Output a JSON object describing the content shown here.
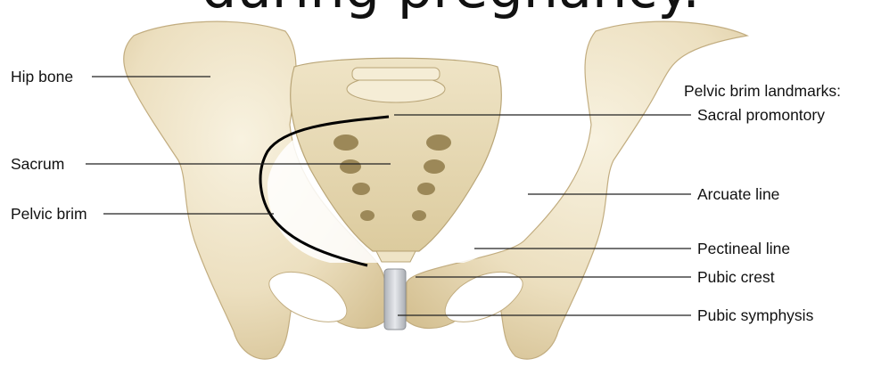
{
  "title_fragment": "during pregnancy.",
  "labels": {
    "hip_bone": "Hip bone",
    "sacrum": "Sacrum",
    "pelvic_brim": "Pelvic brim",
    "landmarks_heading": "Pelvic brim landmarks:",
    "sacral_promontory": "Sacral promontory",
    "arcuate_line": "Arcuate line",
    "pectineal_line": "Pectineal line",
    "pubic_crest": "Pubic crest",
    "pubic_symphysis": "Pubic symphysis"
  },
  "colors": {
    "bone_light": "#f3ead2",
    "bone_mid": "#e3d3ab",
    "bone_shadow": "#c9b486",
    "cartilage": "#c9ccd1",
    "brim_line": "#000000",
    "leader": "#222222"
  }
}
